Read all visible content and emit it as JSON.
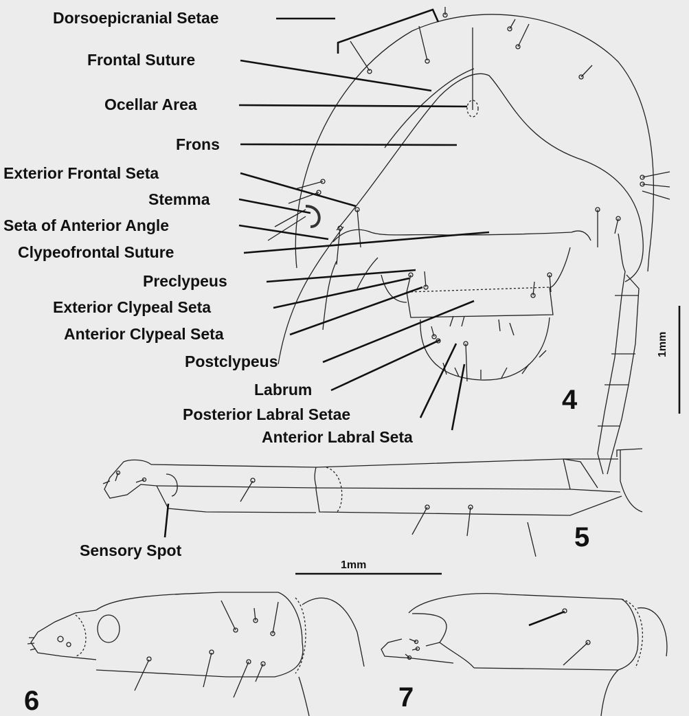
{
  "figure4": {
    "number": "4",
    "scale_label": "1mm",
    "labels": {
      "dorsoepicranial_setae": "Dorsoepicranial Setae",
      "frontal_suture": "Frontal Suture",
      "ocellar_area": "Ocellar Area",
      "frons": "Frons",
      "exterior_frontal_seta": "Exterior Frontal Seta",
      "stemma": "Stemma",
      "seta_anterior_angle": "Seta of Anterior Angle",
      "clypeofrontal_suture": "Clypeofrontal Suture",
      "preclypeus": "Preclypeus",
      "exterior_clypeal_seta": "Exterior Clypeal Seta",
      "anterior_clypeal_seta": "Anterior Clypeal Seta",
      "postclypeus": "Postclypeus",
      "labrum": "Labrum",
      "posterior_labral_setae": "Posterior Labral Setae",
      "anterior_labral_seta": "Anterior Labral Seta"
    }
  },
  "figure5": {
    "number": "5",
    "sensory_spot_label": "Sensory Spot",
    "scale_label": "1mm"
  },
  "figure6": {
    "number": "6"
  },
  "figure7": {
    "number": "7"
  }
}
